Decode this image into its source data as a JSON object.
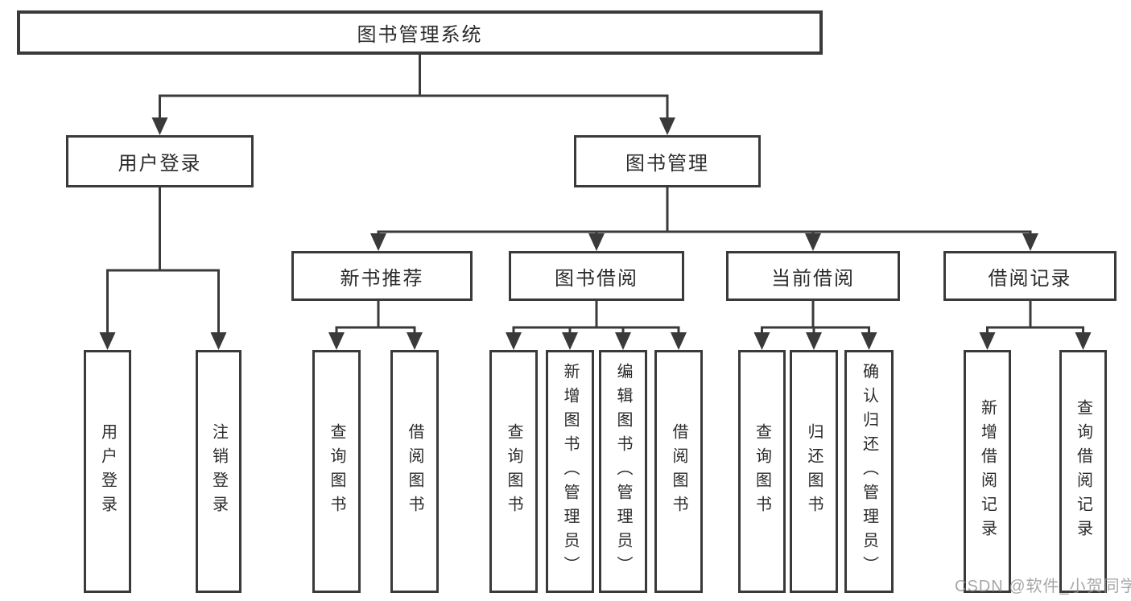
{
  "diagram_type": "functional-structure-tree",
  "watermark": "CSDN @软件_小贺同学",
  "colors": {
    "line": "#3a3a3a",
    "box_border": "#3a3a3a",
    "box_fill": "#ffffff",
    "text": "#2b2b2b",
    "watermark": "#949494",
    "background": "#ffffff"
  },
  "hierarchy": {
    "root": "图书管理系统",
    "children": [
      {
        "name": "用户登录",
        "children": [
          "用户登录",
          "注销登录"
        ]
      },
      {
        "name": "图书管理",
        "children": [
          {
            "name": "新书推荐",
            "children": [
              "查询图书",
              "借阅图书"
            ]
          },
          {
            "name": "图书借阅",
            "children": [
              "查询图书",
              "新增图书（管理员）",
              "编辑图书（管理员）",
              "借阅图书"
            ]
          },
          {
            "name": "当前借阅",
            "children": [
              "查询图书",
              "归还图书",
              "确认归还（管理员）"
            ]
          },
          {
            "name": "借阅记录",
            "children": [
              "新增借阅记录",
              "查询借阅记录"
            ]
          }
        ]
      }
    ]
  }
}
